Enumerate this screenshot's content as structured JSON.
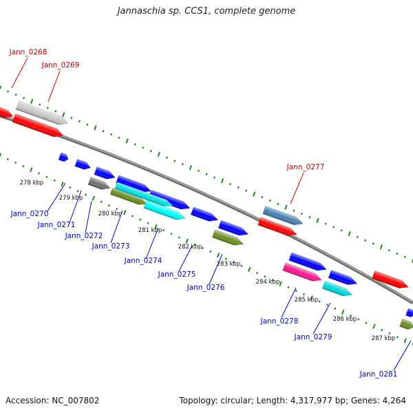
{
  "title": "Jannaschia sp. CCS1, complete genome",
  "footer": {
    "accession": "Accession: NC_007802",
    "summary": "Topology: circular; Length: 4,317,977 bp; Genes: 4,264"
  },
  "colors": {
    "tick_green": "#1a8a1a",
    "label_red": "#cc0000",
    "label_blue": "#0000cc",
    "backbone": "#808080"
  },
  "scale_labels": [
    "278 kbp",
    "279 kbp",
    "280 kbp",
    "281 kbp",
    "282 kbp",
    "283 kbp",
    "284 kbp",
    "285 kbp",
    "286 kbp",
    "287 kbp"
  ],
  "upper_labels": [
    "Jann_0268",
    "Jann_0269",
    "Jann_0277"
  ],
  "lower_labels": [
    "Jann_0270",
    "Jann_0271",
    "Jann_0272",
    "Jann_0273",
    "Jann_0274",
    "Jann_0275",
    "Jann_0276",
    "Jann_0278",
    "Jann_0279",
    "Jann_0281"
  ]
}
